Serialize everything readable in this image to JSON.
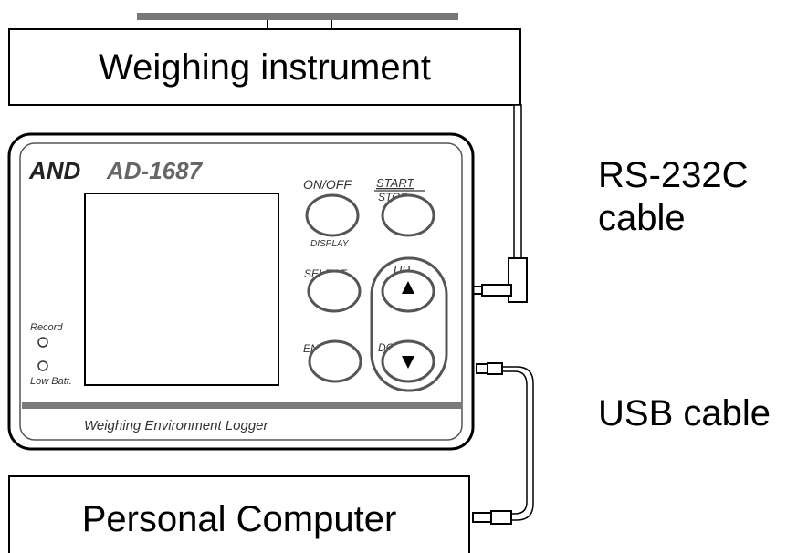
{
  "top_box": {
    "label": "Weighing instrument"
  },
  "bottom_box": {
    "label": "Personal Computer"
  },
  "device": {
    "brand": "AND",
    "model": "AD-1687",
    "footer": "Weighing Environment Logger",
    "leds": {
      "record": "Record",
      "low_batt": "Low Batt."
    },
    "buttons": {
      "on_off": "ON/OFF",
      "display": "DISPLAY",
      "start": "START",
      "stop": "STOP",
      "select": "SELECT",
      "up": "UP",
      "enter": "ENTER",
      "down": "DOWN"
    },
    "colors": {
      "frame": "#000000",
      "accent_bar": "#7a7a7a",
      "label_text": "#333333"
    }
  },
  "cables": {
    "rs232_line1": "RS-232C",
    "rs232_line2": "cable",
    "usb": "USB cable"
  }
}
